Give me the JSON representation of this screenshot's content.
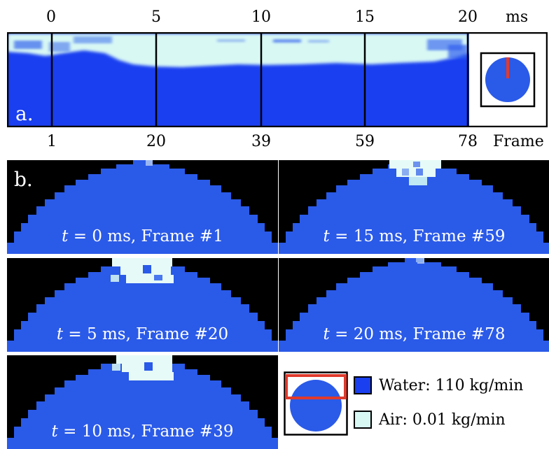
{
  "panel_a": {
    "label": "a.",
    "time_ticks": [
      "0",
      "5",
      "10",
      "15",
      "20"
    ],
    "time_unit": "ms",
    "frame_ticks": [
      "1",
      "20",
      "39",
      "59",
      "78"
    ],
    "frame_unit": "Frame"
  },
  "panel_b": {
    "label": "b.",
    "frames": [
      {
        "t": "0",
        "frame": "#1"
      },
      {
        "t": "15",
        "frame": "#59"
      },
      {
        "t": "5",
        "frame": "#20"
      },
      {
        "t": "20",
        "frame": "#78"
      },
      {
        "t": "10",
        "frame": "#39"
      }
    ],
    "t_symbol": "t",
    "caption_eq": " = ",
    "caption_ms": " ms, Frame "
  },
  "legend": {
    "water": {
      "label": "Water: 110 kg/min",
      "color": "#1a3ff0"
    },
    "air": {
      "label": "Air: 0.01 kg/min",
      "color": "#d8f8f4"
    }
  },
  "colors": {
    "water": "#1a3ff0",
    "sensor": "#2a5ae8",
    "air": "#e6fbf7",
    "background": "#000000",
    "highlight": "#e03a2c"
  }
}
